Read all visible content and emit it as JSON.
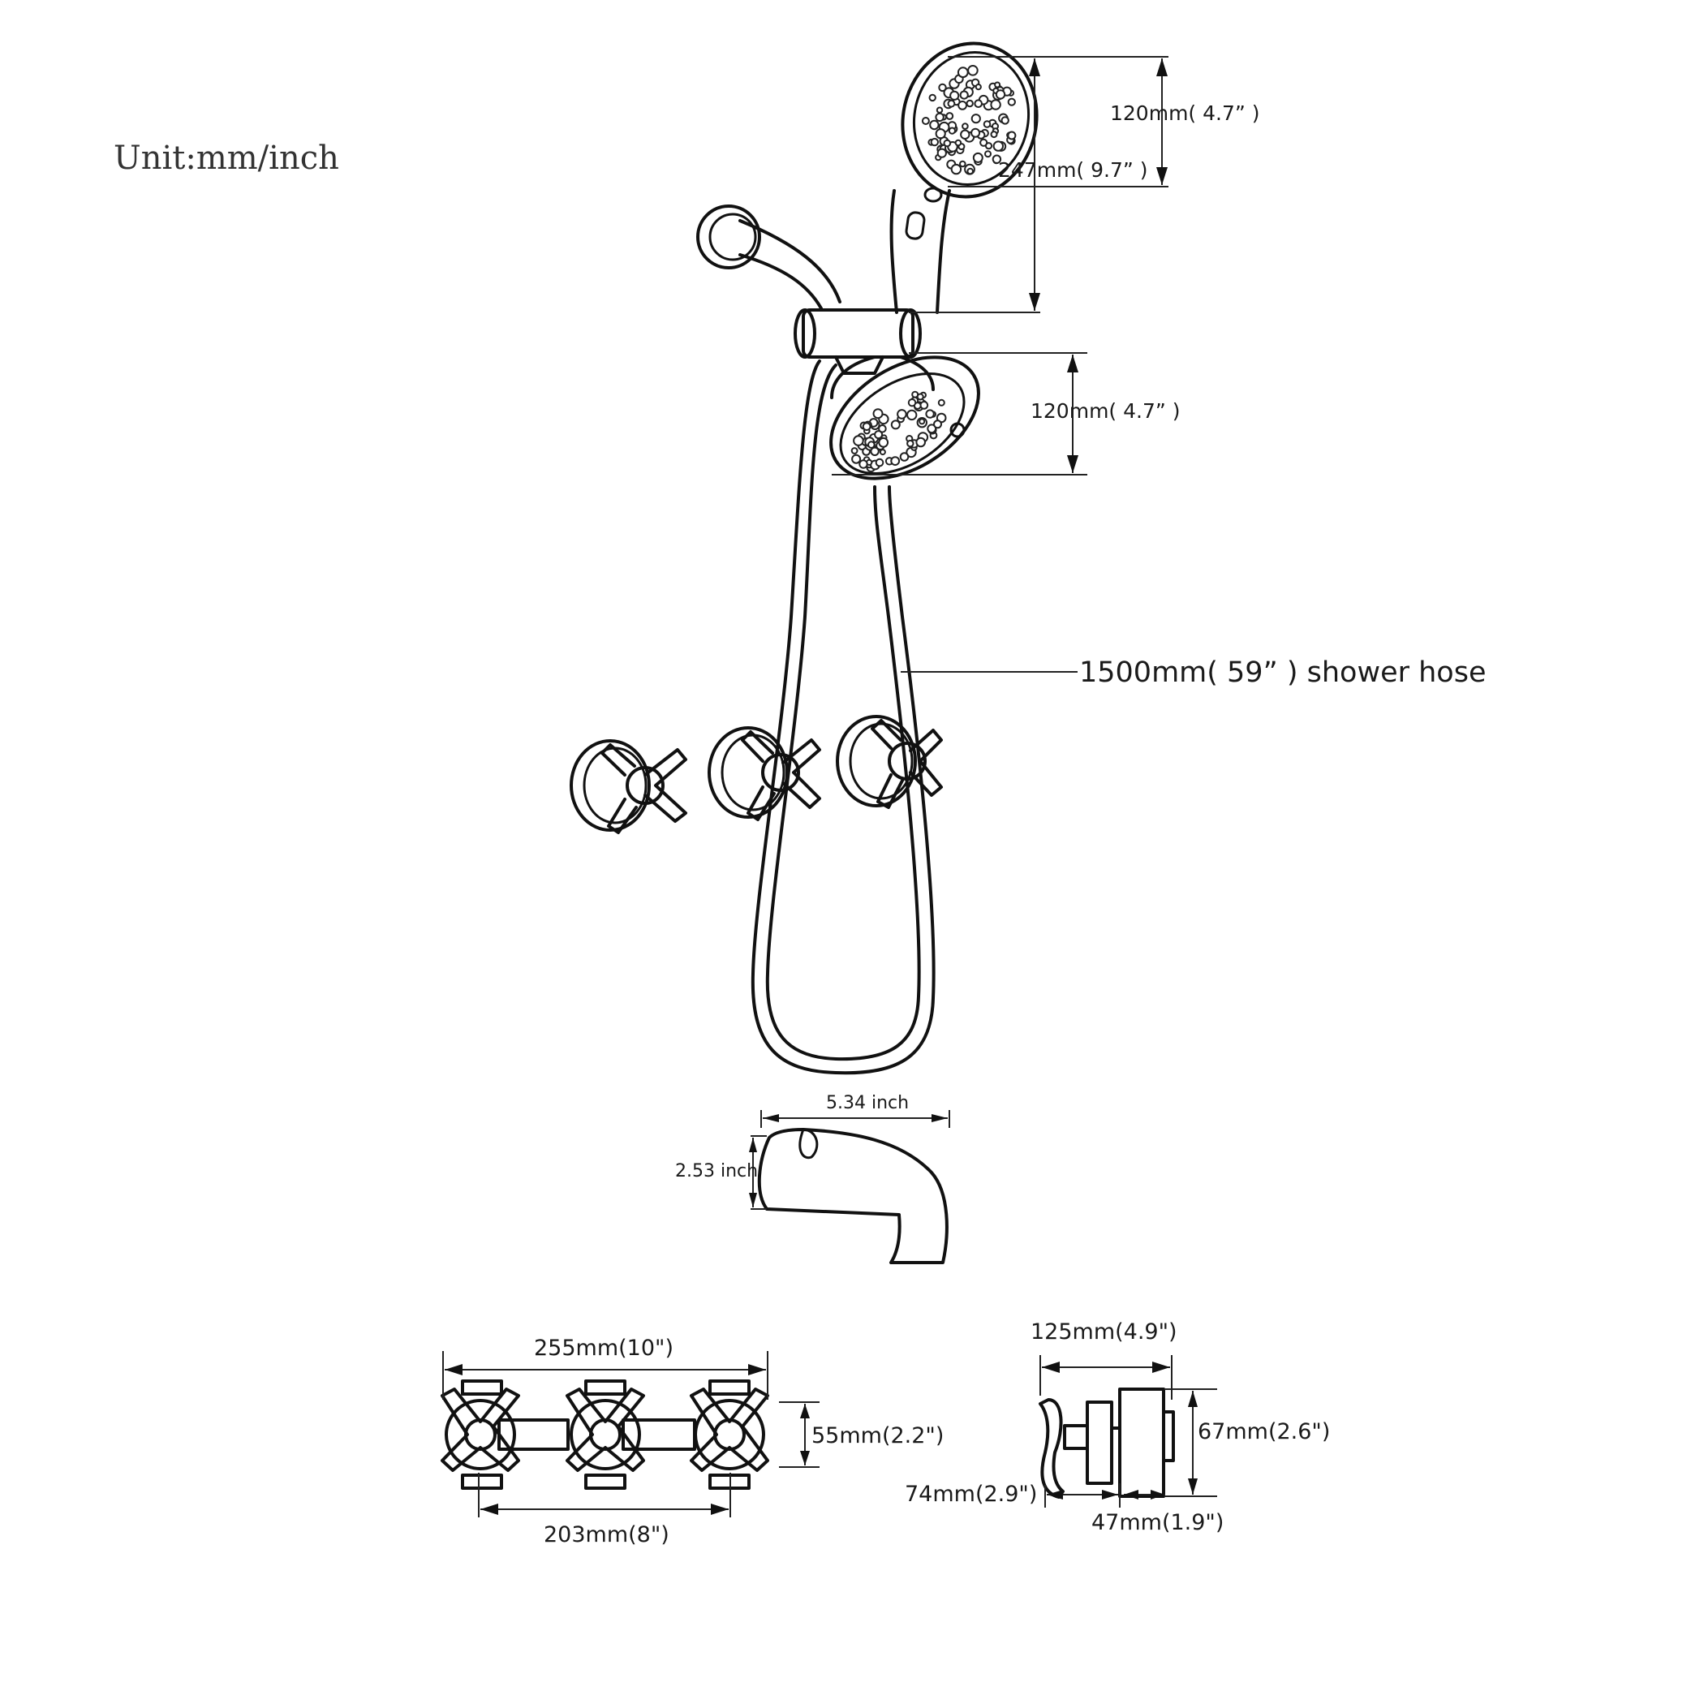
{
  "unit_note": "Unit:mm/inch",
  "colors": {
    "line": "#111111",
    "text": "#1a1a1a",
    "background": "#ffffff"
  },
  "dimensions": {
    "handheld_head": "120mm( 4.7”  )",
    "handheld_length": "247mm( 9.7”  )",
    "fixed_head": "120mm( 4.7”  )",
    "hose": "1500mm(  59”  ) shower hose",
    "spout_width": "5.34 inch",
    "spout_height": "2.53 inch",
    "valve_overall": "255mm(10\")",
    "valve_height": "55mm(2.2\")",
    "valve_centers": "203mm(8\")",
    "handle_depth": "125mm(4.9\")",
    "handle_height": "67mm(2.6\")",
    "handle_proj": "74mm(2.9\")",
    "trim_depth": "47mm(1.9\")"
  }
}
